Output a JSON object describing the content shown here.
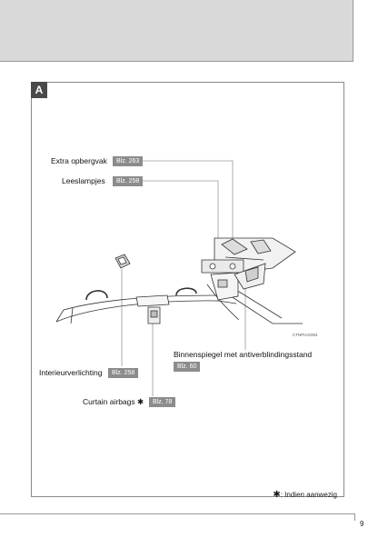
{
  "section": {
    "badge": "A"
  },
  "callouts": {
    "extra_opbergvak": {
      "label": "Extra opbergvak",
      "ref": "Blz. 263"
    },
    "leeslampjes": {
      "label": "Leeslampjes",
      "ref": "Blz. 258"
    },
    "binnenspiegel": {
      "label": "Binnenspiegel met antiverblindingsstand",
      "ref": "Blz. 60"
    },
    "interieurverlichting": {
      "label": "Interieurverlichting",
      "ref": "Blz. 258"
    },
    "curtain_airbags": {
      "label": "Curtain airbags",
      "marker": "✱",
      "ref": "Blz. 78"
    }
  },
  "figure": {
    "code": "CTNPIAG004"
  },
  "footnote": {
    "symbol": "✱",
    "text": ": Indien aanwezig"
  },
  "page": {
    "number": "9"
  }
}
